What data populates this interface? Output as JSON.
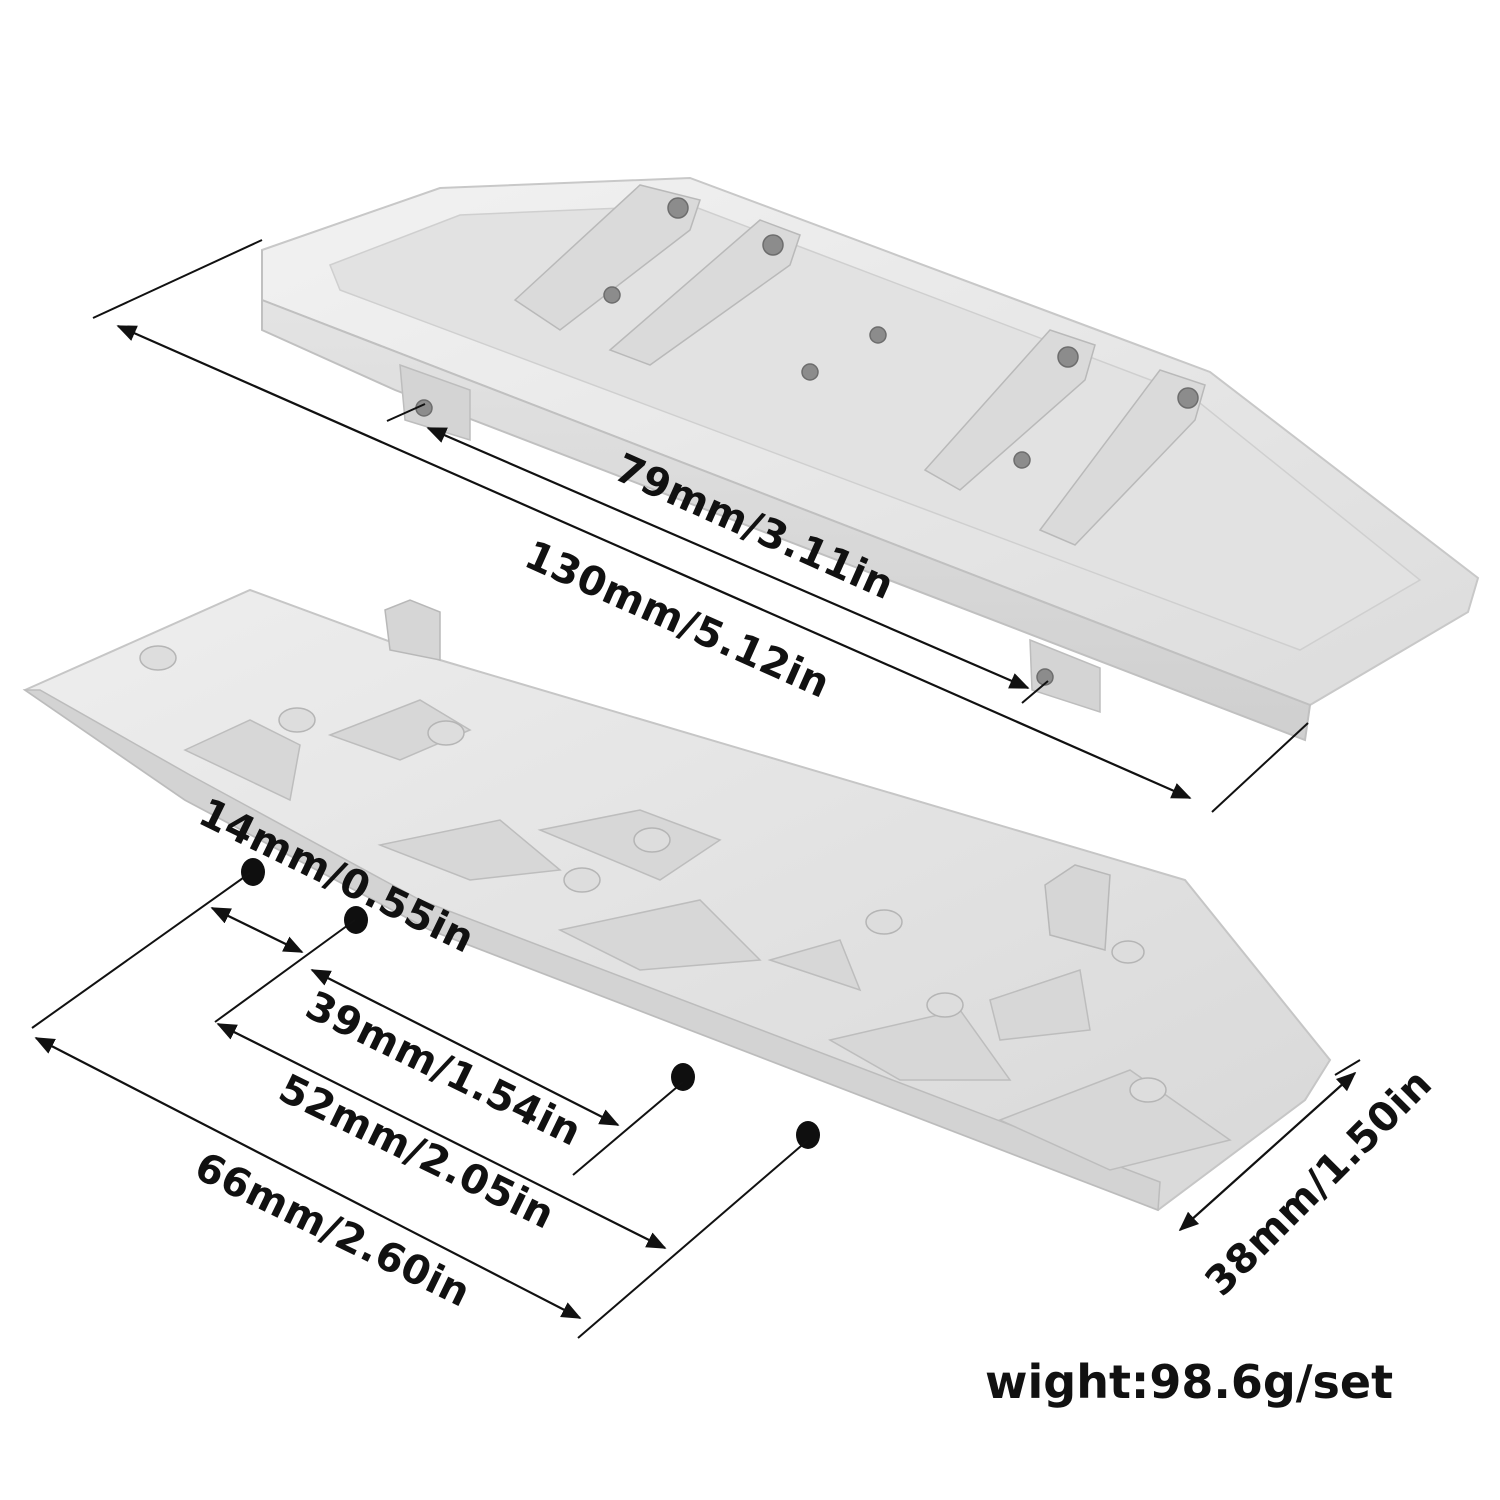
{
  "dimensions": {
    "hole_spacing_top": "79mm/3.11in",
    "length_top": "130mm/5.12in",
    "hole_spacing_a": "14mm/0.55in",
    "hole_spacing_b": "39mm/1.54in",
    "hole_spacing_c": "52mm/2.05in",
    "hole_spacing_d": "66mm/2.60in",
    "width": "38mm/1.50in"
  },
  "weight_label": "wight:98.6g/set",
  "colors": {
    "metal_light": "#ececec",
    "metal_mid": "#d9d9d9",
    "metal_dark": "#c4c4c4",
    "line": "#111111"
  }
}
